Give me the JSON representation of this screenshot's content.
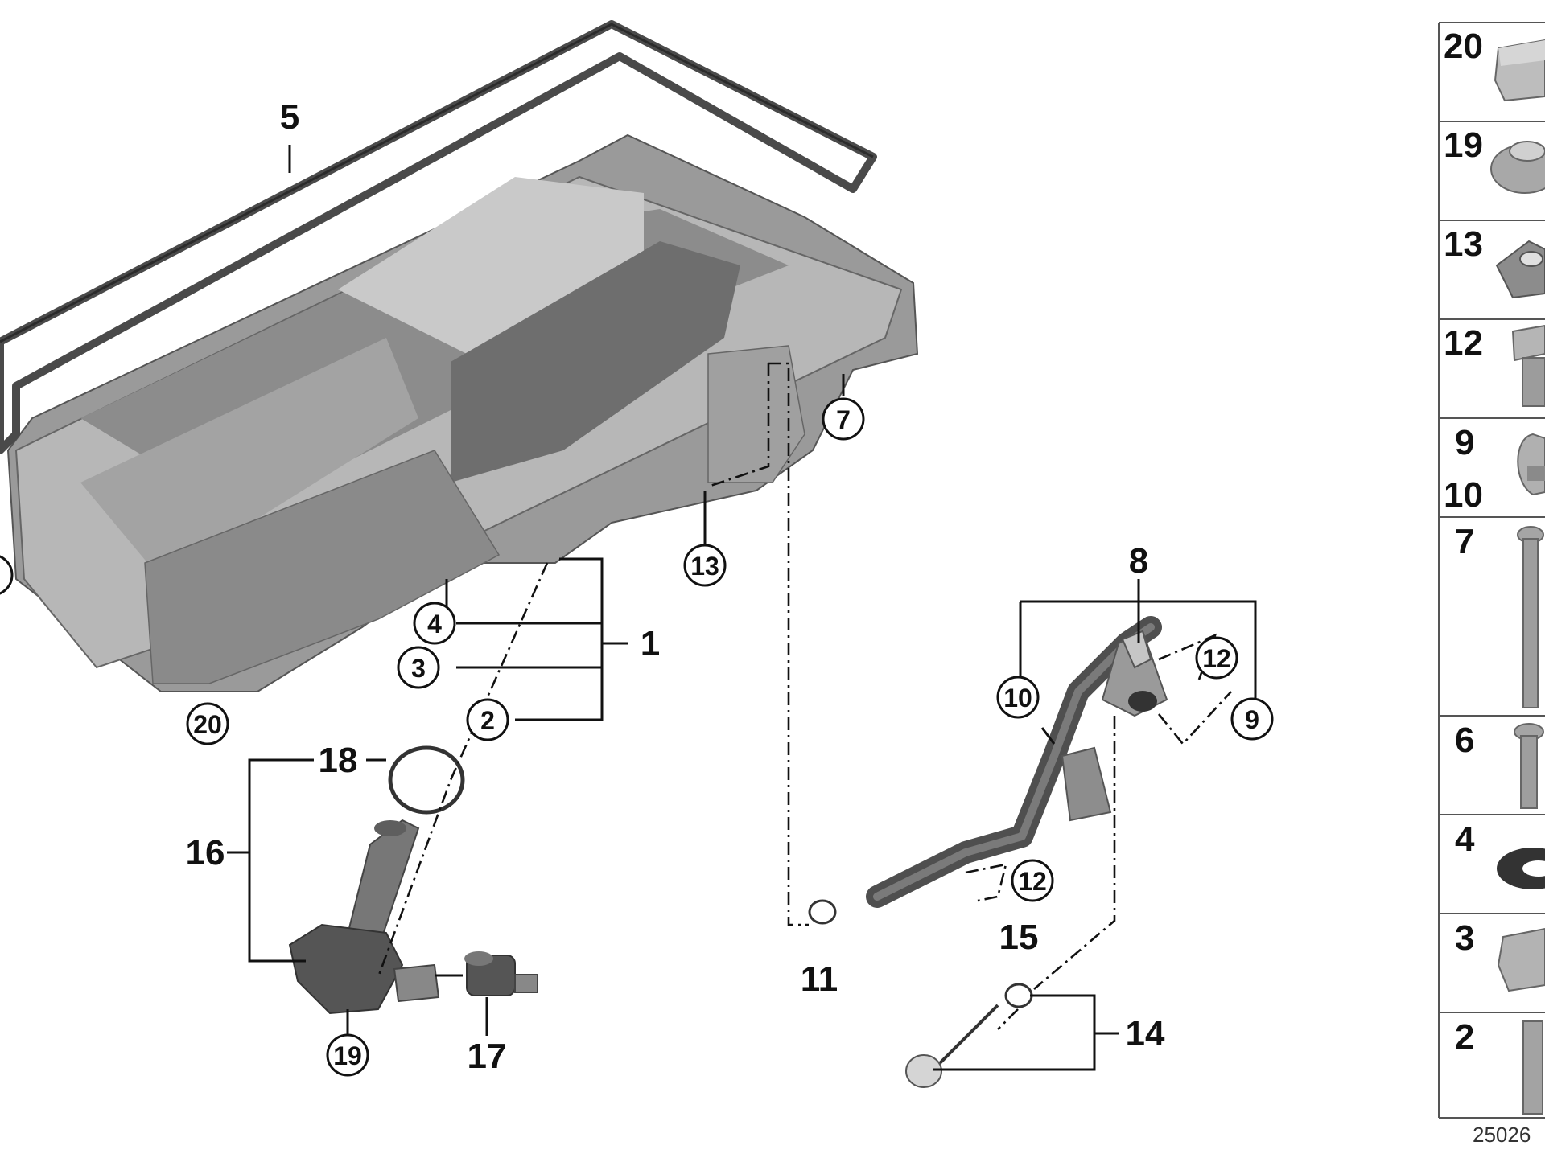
{
  "callouts": {
    "c5": "5",
    "c7": "7",
    "c13": "13",
    "c4": "4",
    "c3": "3",
    "c2": "2",
    "c1": "1",
    "c20": "20",
    "c18": "18",
    "c16": "16",
    "c19": "19",
    "c17": "17",
    "c8": "8",
    "c12a": "12",
    "c10": "10",
    "c9": "9",
    "c12b": "12",
    "c11": "11",
    "c15": "15",
    "c14": "14"
  },
  "side_panel": [
    {
      "num": "20",
      "icon": "hex-nut-icon"
    },
    {
      "num": "19",
      "icon": "flange-nut-icon"
    },
    {
      "num": "13",
      "icon": "clip-nut-icon"
    },
    {
      "num": "12",
      "icon": "hex-bolt-icon"
    },
    {
      "num": "9",
      "num2": "10",
      "icon": "clamp-icon"
    },
    {
      "num": "7",
      "icon": "long-bolt-icon"
    },
    {
      "num": "6",
      "icon": "torx-bolt-icon"
    },
    {
      "num": "4",
      "icon": "washer-icon"
    },
    {
      "num": "3",
      "icon": "drain-plug-icon"
    },
    {
      "num": "2",
      "icon": "stud-icon"
    }
  ],
  "catalog_number": "25026"
}
